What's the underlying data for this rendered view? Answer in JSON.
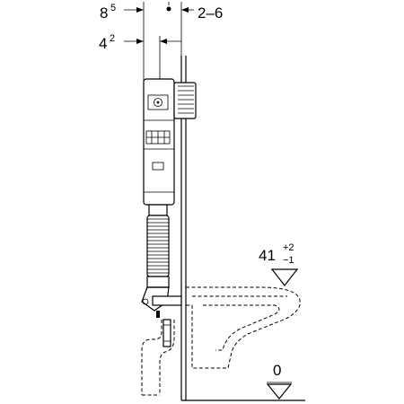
{
  "dimensions": {
    "top_left_base": "8",
    "top_left_sup": "5",
    "top_right": "2–6",
    "second_left_base": "4",
    "second_left_sup": "2",
    "pan_height_base": "41",
    "pan_height_tol_plus": "+2",
    "pan_height_tol_minus": "−1",
    "floor_level": "0"
  }
}
